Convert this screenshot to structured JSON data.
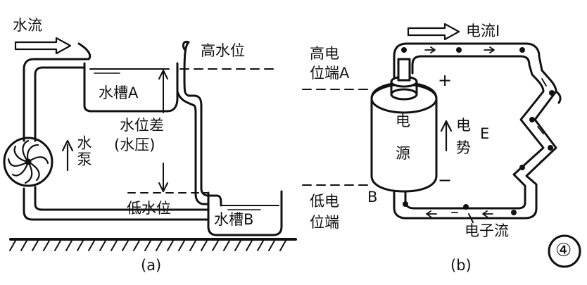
{
  "panel_a": {
    "caption": "(a)",
    "water_flow": "水流",
    "high_level": "高水位",
    "tank_a": "水槽A",
    "level_diff_line1": "水位差",
    "level_diff_line2": "(水压)",
    "pump": "水泵",
    "low_level": "低水位",
    "tank_b": "水槽B"
  },
  "panel_b": {
    "caption": "(b)",
    "current": "电流I",
    "high_potential_line1": "高电",
    "high_potential_line2": "位端A",
    "plus": "+",
    "source_top": "电",
    "source_bottom": "源",
    "emf_line1": "电",
    "emf_line2": "势",
    "emf_symbol": "E",
    "minus": "−",
    "low_potential_line1": "低电",
    "low_potential_line2": "位端",
    "point_b": "B",
    "electron_flow": "电子流"
  },
  "figure_number": "④"
}
